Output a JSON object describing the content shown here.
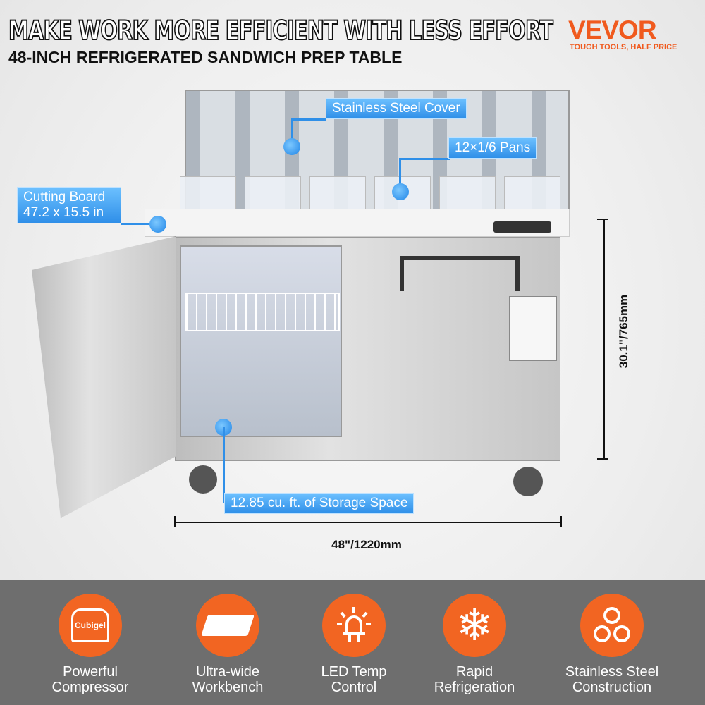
{
  "header": {
    "headline": "MAKE WORK MORE EFFICIENT WITH LESS EFFORT",
    "subtitle": "48-INCH REFRIGERATED SANDWICH PREP TABLE"
  },
  "brand": {
    "logo": "VEVOR",
    "tagline": "TOUGH TOOLS, HALF PRICE",
    "color": "#f05a1e"
  },
  "callouts": {
    "cover": "Stainless Steel Cover",
    "pans": "12×1/6 Pans",
    "board_line1": "Cutting Board",
    "board_line2": "47.2 x 15.5 in",
    "storage": "12.85 cu. ft. of Storage Space"
  },
  "dimensions": {
    "height": "30.1\"/765mm",
    "width": "48\"/1220mm"
  },
  "features": [
    {
      "icon": "compressor-icon",
      "icon_text": "Cubigel",
      "line1": "Powerful",
      "line2": "Compressor"
    },
    {
      "icon": "workbench-icon",
      "line1": "Ultra-wide",
      "line2": "Workbench"
    },
    {
      "icon": "led-light-icon",
      "line1": "LED Temp",
      "line2": "Control"
    },
    {
      "icon": "snowflake-icon",
      "line1": "Rapid",
      "line2": "Refrigeration"
    },
    {
      "icon": "stainless-steel-icon",
      "line1": "Stainless Steel",
      "line2": "Construction"
    }
  ],
  "colors": {
    "accent": "#f26522",
    "callout": "#2f8fe8",
    "band": "#6e6e6e"
  }
}
